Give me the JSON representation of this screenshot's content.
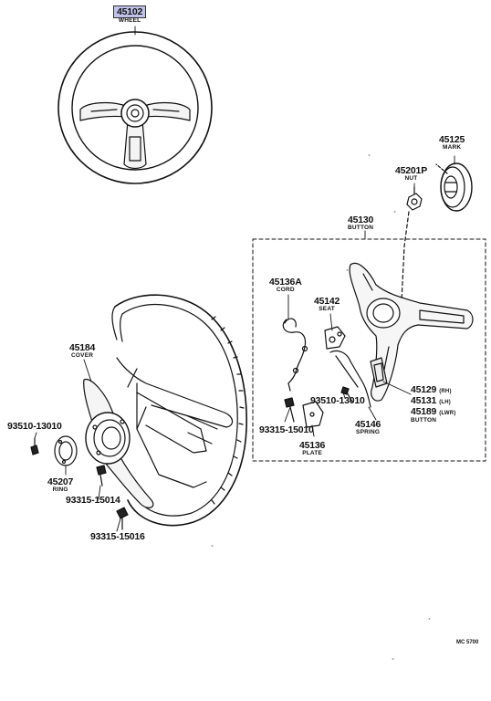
{
  "parts": {
    "p45102": {
      "number": "45102",
      "name": "WHEEL"
    },
    "p45125": {
      "number": "45125",
      "name": "MARK"
    },
    "p45201P": {
      "number": "45201P",
      "name": "NUT"
    },
    "p45130": {
      "number": "45130",
      "name": "BUTTON"
    },
    "p45136A": {
      "number": "45136A",
      "name": "CORD"
    },
    "p45142": {
      "number": "45142",
      "name": "SEAT"
    },
    "p45184": {
      "number": "45184",
      "name": "COVER"
    },
    "p93510a": {
      "number": "93510-13010"
    },
    "p93510b": {
      "number": "93510-13010"
    },
    "p45129": {
      "number": "45129",
      "name": "(RH)"
    },
    "p45131": {
      "number": "45131",
      "name": "(LH)"
    },
    "p45189": {
      "number": "45189",
      "name": "(LWR)",
      "extra": "BUTTON"
    },
    "p93315_15010": {
      "number": "93315-15010"
    },
    "p45146": {
      "number": "45146",
      "name": "SPRING"
    },
    "p45136": {
      "number": "45136",
      "name": "PLATE"
    },
    "p45207": {
      "number": "45207",
      "name": "RING"
    },
    "p93315_15014": {
      "number": "93315-15014"
    },
    "p93315_15016": {
      "number": "93315-15016"
    }
  },
  "diagram_code": "MC 5700",
  "highlight_color": "#bfc3e8"
}
